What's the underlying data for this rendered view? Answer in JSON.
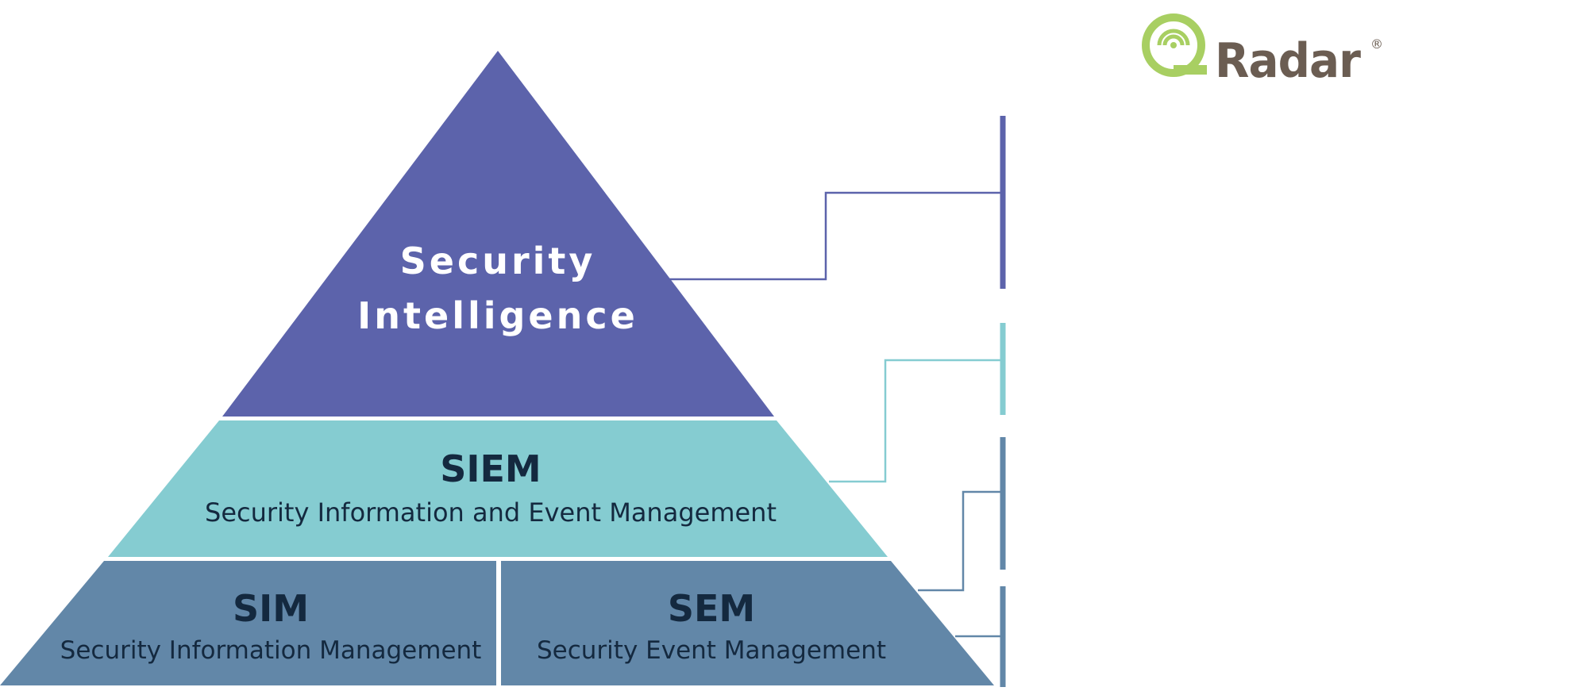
{
  "diagram": {
    "tiers": {
      "top": {
        "title_line1": "Security",
        "title_line2": "Intelligence",
        "color": "#5c63ab"
      },
      "middle": {
        "acronym": "SIEM",
        "subtitle": "Security Information and Event Management",
        "color": "#85ccd1"
      },
      "bottom_left": {
        "acronym": "SIM",
        "subtitle": "Security Information Management",
        "color": "#6287a8"
      },
      "bottom_right": {
        "acronym": "SEM",
        "subtitle": "Security Event Management",
        "color": "#6287a8"
      }
    },
    "connector_colors": {
      "top": "#5c63ab",
      "middle": "#85ccd1",
      "bottom": "#6287a8"
    },
    "text_color": "#14293f"
  },
  "logo": {
    "brand_text": "Radar",
    "trademark": "®",
    "green": "#a8cf62",
    "text_color": "#6b5d52"
  }
}
